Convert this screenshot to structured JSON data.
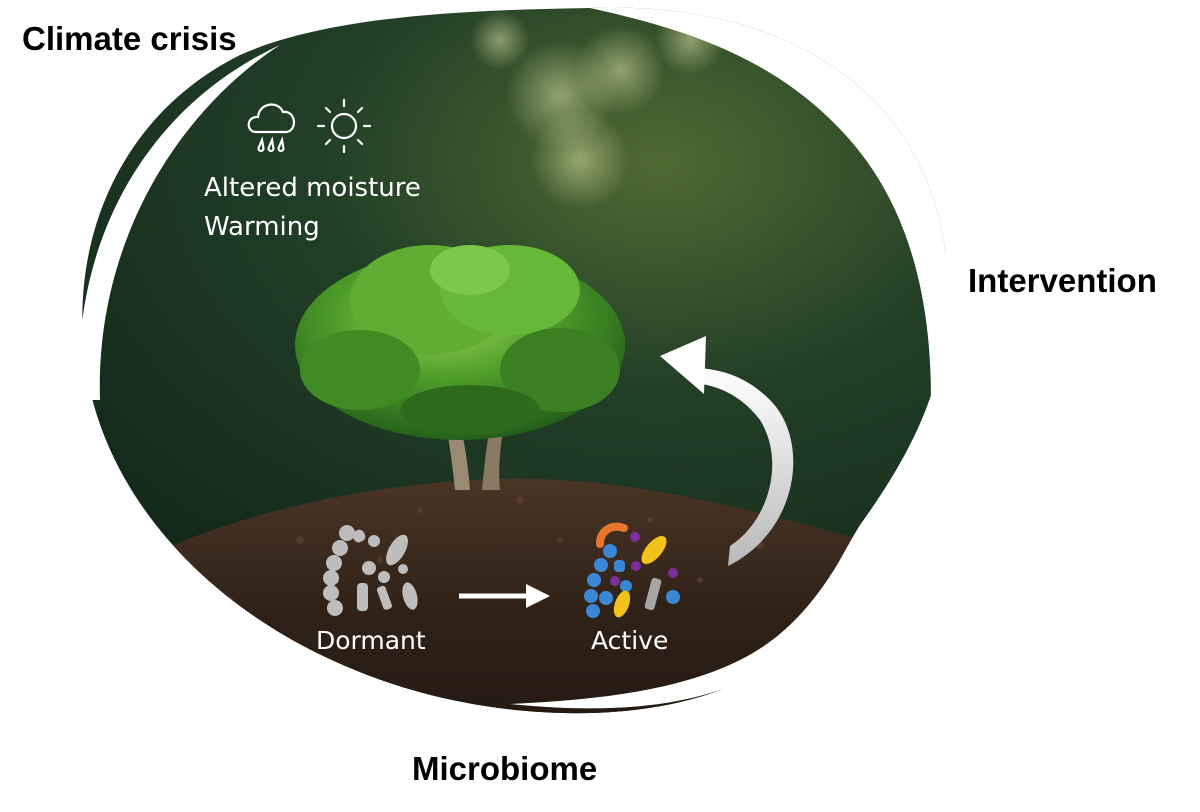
{
  "labels": {
    "climate_crisis": "Climate crisis",
    "intervention": "Intervention",
    "microbiome": "Microbiome"
  },
  "climate_factors": {
    "moisture": "Altered moisture",
    "warming": "Warming"
  },
  "microbe_states": {
    "dormant": "Dormant",
    "active": "Active"
  },
  "icons": [
    "rain-cloud-icon",
    "sun-icon",
    "right-arrow-icon",
    "curved-arrow-icon"
  ],
  "colors": {
    "dormant_gray": "#b9b9b9",
    "active_blue": "#3b87d6",
    "active_yellow": "#f2c21b",
    "active_orange": "#e8762d",
    "active_purple": "#7a2f9c",
    "active_gray": "#a6a6a6"
  }
}
